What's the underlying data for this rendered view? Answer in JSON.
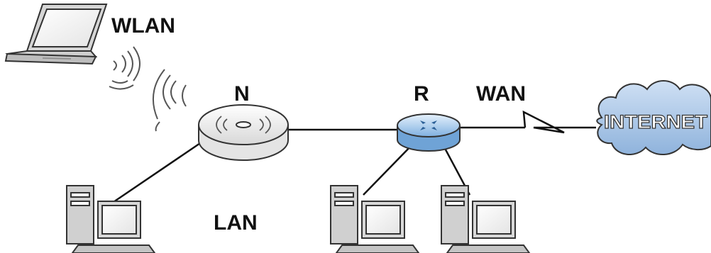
{
  "labels": {
    "wlan": "WLAN",
    "n": "N",
    "r": "R",
    "wan": "WAN",
    "lan": "LAN",
    "internet": "INTERNET"
  },
  "icons": {
    "laptop": "laptop-icon",
    "wifi": "wifi-signal-icon",
    "access_point": "access-point-icon",
    "router": "router-icon",
    "cloud": "internet-cloud-icon",
    "pc": "desktop-computer-icon"
  },
  "colors": {
    "line": "#111111",
    "cloud_fill": "#a8c5e6",
    "router_fill": "#9ec4ea",
    "device_grey": "#d0d0d0"
  }
}
